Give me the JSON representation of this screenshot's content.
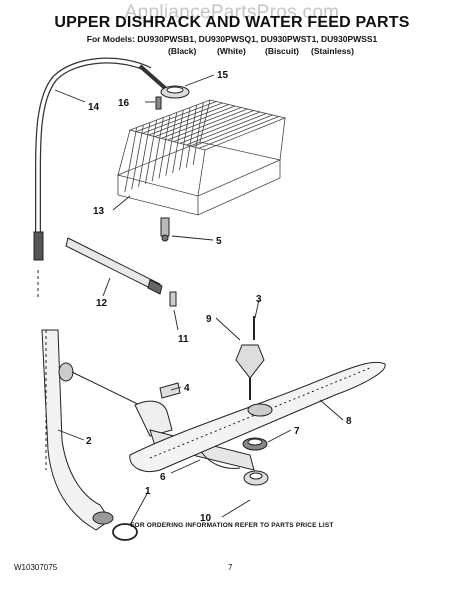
{
  "watermark": "AppliancePartsPros.com",
  "title": "UPPER DISHRACK AND WATER FEED PARTS",
  "models_line": "For Models: DU930PWSB1, DU930PWSQ1, DU930PWST1, DU930PWSS1",
  "finishes": [
    "(Black)",
    "(White)",
    "(Biscuit)",
    "(Stainless)"
  ],
  "callouts": [
    "15",
    "16",
    "14",
    "13",
    "5",
    "12",
    "11",
    "9",
    "3",
    "4",
    "8",
    "7",
    "2",
    "6",
    "1",
    "10"
  ],
  "footer": "FOR ORDERING INFORMATION REFER TO PARTS PRICE LIST",
  "doc_number": "W10307075",
  "page_number": "7"
}
